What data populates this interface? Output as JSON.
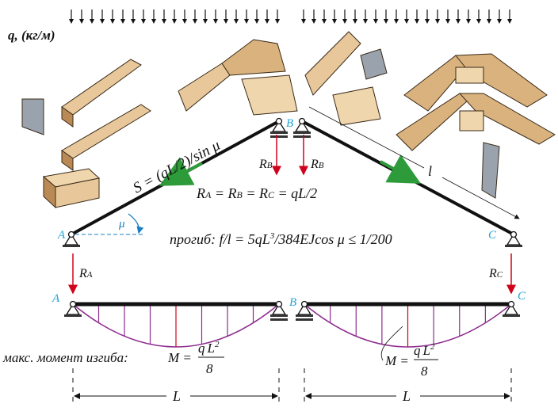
{
  "load_label": "q, (кг/м)",
  "axial_force": "S = (qL/2)/sin μ",
  "angle_label": "μ",
  "reactions": {
    "r": "R",
    "a": "A",
    "b": "B",
    "c": "C",
    "equality": {
      "ra": "R",
      "a": "A",
      "eq1": " = ",
      "rb": "R",
      "b": "B",
      "eq2": " = ",
      "rc": "R",
      "c": "C",
      "tail": " = qL/2"
    }
  },
  "supports": {
    "a": "A",
    "b": "B",
    "c": "C"
  },
  "deflection": {
    "prefix": "прогиб: f/l = 5qL",
    "power": "3",
    "suffix": "/384EJcos μ  ≤ 1/200"
  },
  "rafter_length": "l",
  "moment": {
    "caption": "макс. момент изгиба:",
    "m_eq": "M =",
    "numerator_q": "q",
    "numerator_l": "L",
    "power": "2",
    "denominator": "8"
  },
  "span_label": "L",
  "colors": {
    "wood": "#e8c89a",
    "wood_dark": "#b98a55",
    "reaction": "#d0021b",
    "moment": "#8e2c8e",
    "force": "#2e9b3a",
    "label": "#1fa3d8"
  }
}
